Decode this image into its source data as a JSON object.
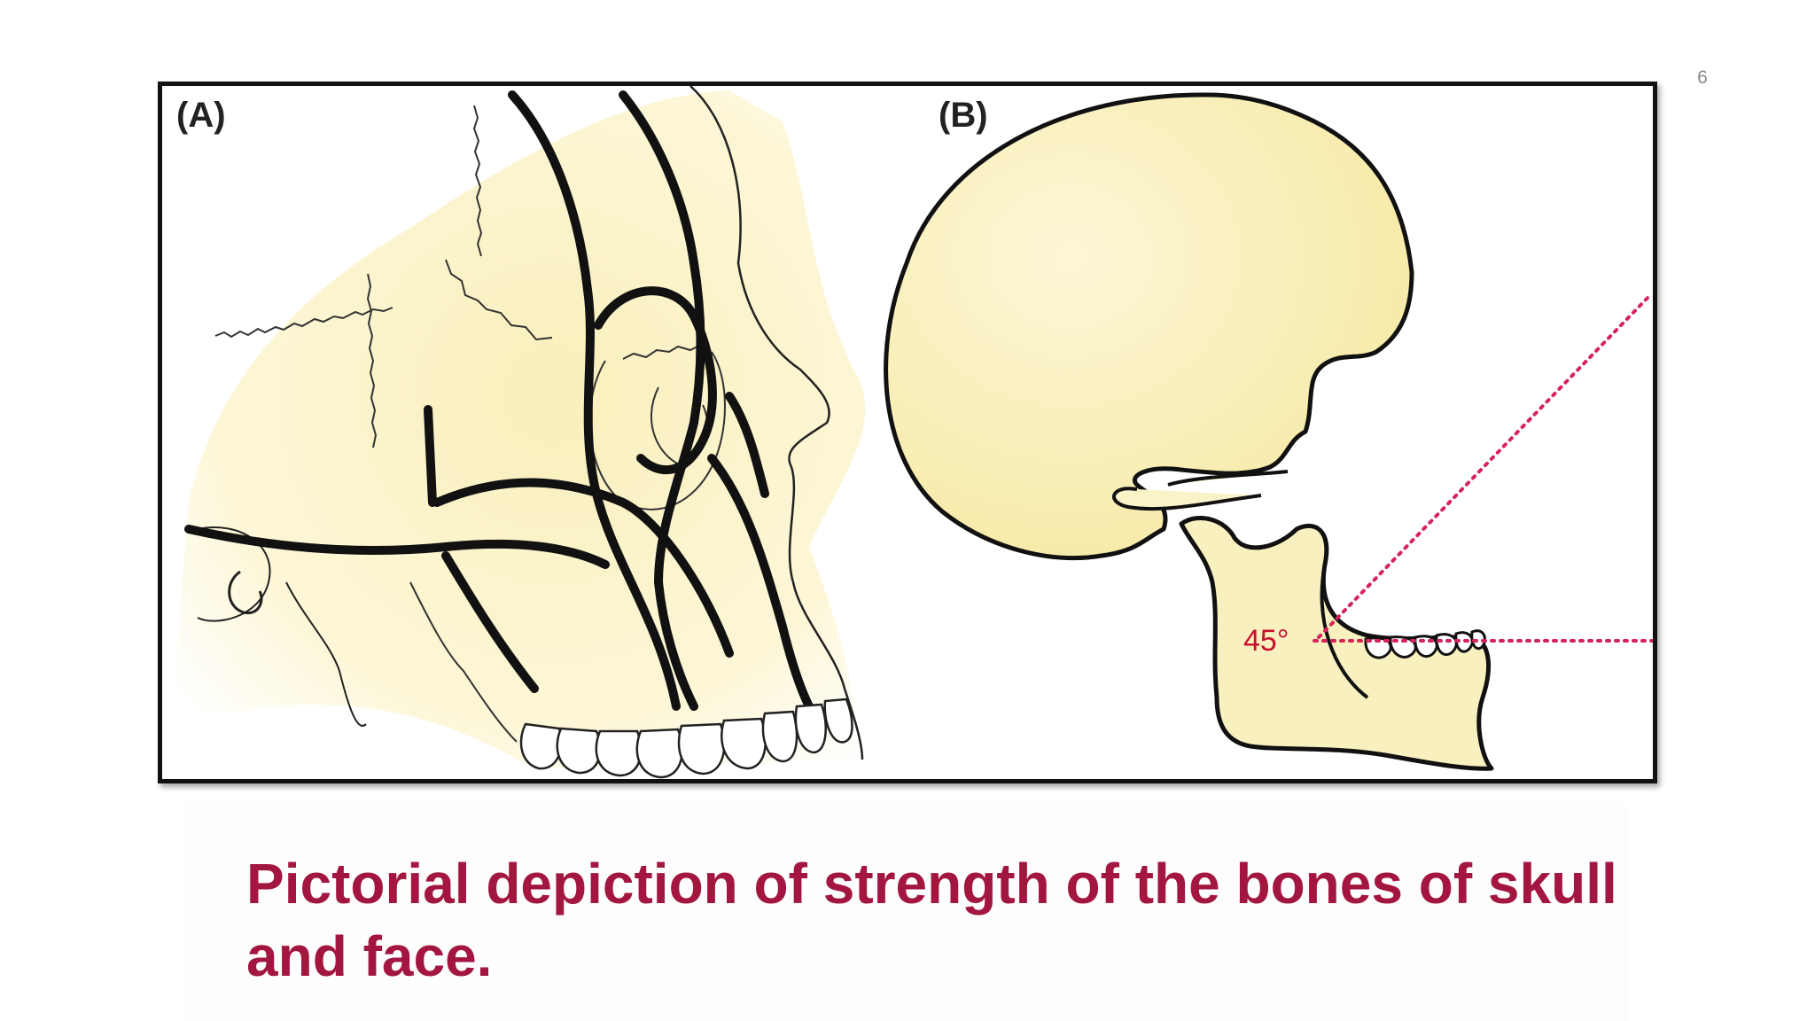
{
  "slide": {
    "number": "6",
    "caption": "Pictorial depiction of strength of the bones of skull and face."
  },
  "figure": {
    "panel_a_label": "(A)",
    "panel_b_label": "(B)",
    "angle_label": "45°"
  },
  "colors": {
    "bone_fill": "#fbf3c8",
    "bone_fill_light": "#fffbe6",
    "outline": "#111111",
    "angle_line": "#d6245a",
    "caption": "#a3163f"
  }
}
